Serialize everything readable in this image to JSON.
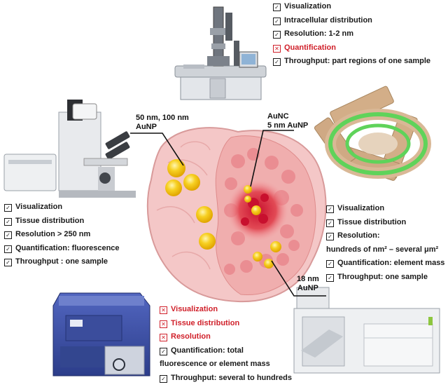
{
  "labels": {
    "np_50_100_line1": "50 nm, 100 nm",
    "np_50_100_line2": "AuNP",
    "aunc_line1": "AuNC",
    "aunc_line2": "5 nm AuNP",
    "np18_line1": "18 nm",
    "np18_line2": "AuNP"
  },
  "marks": {
    "check": "✓",
    "cross": "✕"
  },
  "lists": {
    "tem": [
      {
        "text": "Visualization",
        "status": "check"
      },
      {
        "text": "Intracellular distribution",
        "status": "check"
      },
      {
        "text": "Resolution: 1-2 nm",
        "status": "check"
      },
      {
        "text": "Quantification",
        "status": "cross"
      },
      {
        "text": "Throughput: part regions of one sample",
        "status": "check"
      }
    ],
    "microscope": [
      {
        "text": "Visualization",
        "status": "check"
      },
      {
        "text": "Tissue distribution",
        "status": "check"
      },
      {
        "text": "Resolution > 250 nm",
        "status": "check"
      },
      {
        "text": "Quantification: fluorescence",
        "status": "check"
      },
      {
        "text": "Throughput : one sample",
        "status": "check"
      }
    ],
    "laser": [
      {
        "text": "Visualization",
        "status": "check"
      },
      {
        "text": "Tissue distribution",
        "status": "check"
      },
      {
        "text": "Resolution:",
        "status": "check"
      },
      {
        "text": "hundreds of nm² – several μm²",
        "status": "none"
      },
      {
        "text": "Quantification: element mass",
        "status": "check"
      },
      {
        "text": "Throughput: one sample",
        "status": "check"
      }
    ],
    "bulk": [
      {
        "text": "Visualization",
        "status": "cross"
      },
      {
        "text": "Tissue distribution",
        "status": "cross"
      },
      {
        "text": "Resolution",
        "status": "cross"
      },
      {
        "text": "Quantification: total",
        "status": "check"
      },
      {
        "text": "fluorescence or element mass",
        "status": "none"
      },
      {
        "text": "Throughput: several to hundreds",
        "status": "check"
      }
    ]
  },
  "colors": {
    "text": "#1a1a1a",
    "negative": "#d0202a",
    "gold": "#f2c21a",
    "tissue": "#f4c7c7",
    "tumor": "#e8747a",
    "core": "#c8102e",
    "ring_green": "#5fd35a",
    "ring_base": "#d4b28f",
    "instrument_blue": "#3a4fa0"
  }
}
